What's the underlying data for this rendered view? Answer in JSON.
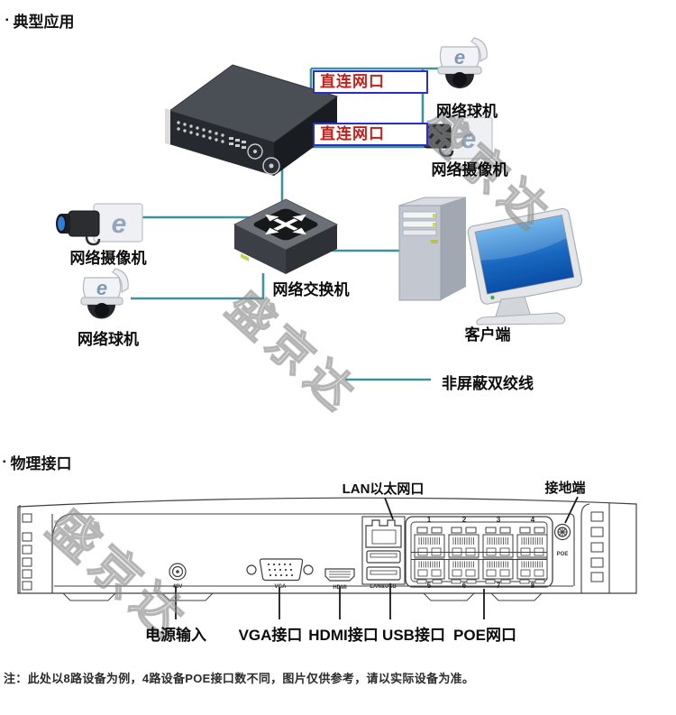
{
  "sections": {
    "typical_application": {
      "bullet": "▪",
      "title": "典型应用"
    },
    "physical_interface": {
      "bullet": "▪",
      "title": "物理接口"
    }
  },
  "watermark": {
    "text": "盛京达"
  },
  "topology": {
    "direct_port_labels": [
      "直连网口",
      "直连网口"
    ],
    "device_labels": {
      "dome_right": "网络球机",
      "bullet_right": "网络摄像机",
      "bullet_left": "网络摄像机",
      "dome_left": "网络球机",
      "switch": "网络交换机",
      "client": "客户端",
      "utp_cable": "非屏蔽双绞线"
    },
    "icons": {
      "ie_logo": "e",
      "switch_arrows": "crossed-double-arrows"
    },
    "colors": {
      "cable": "#3e939b",
      "label_border": "#2a2ec8",
      "label_text": "#c3201a"
    }
  },
  "rear_panel": {
    "callout_top": {
      "lan": "LAN以太网口",
      "ground": "接地端"
    },
    "callout_bottom": {
      "power": "电源输入",
      "vga": "VGA接口",
      "hdmi": "HDMI接口",
      "usb": "USB接口",
      "poe": "POE网口"
    },
    "port_prints": {
      "power": "48V",
      "vga": "VGA",
      "hdmi": "HDMI",
      "lan_usb": "LAN&USB",
      "poe": "POE"
    },
    "poe_numbers_top": [
      "1",
      "2",
      "3",
      "4"
    ],
    "poe_numbers_bottom": [
      "5",
      "6",
      "7",
      "8"
    ]
  },
  "note": "注：此处以8路设备为例，4路设备POE接口数不同，图片仅供参考，请以实际设备为准。"
}
